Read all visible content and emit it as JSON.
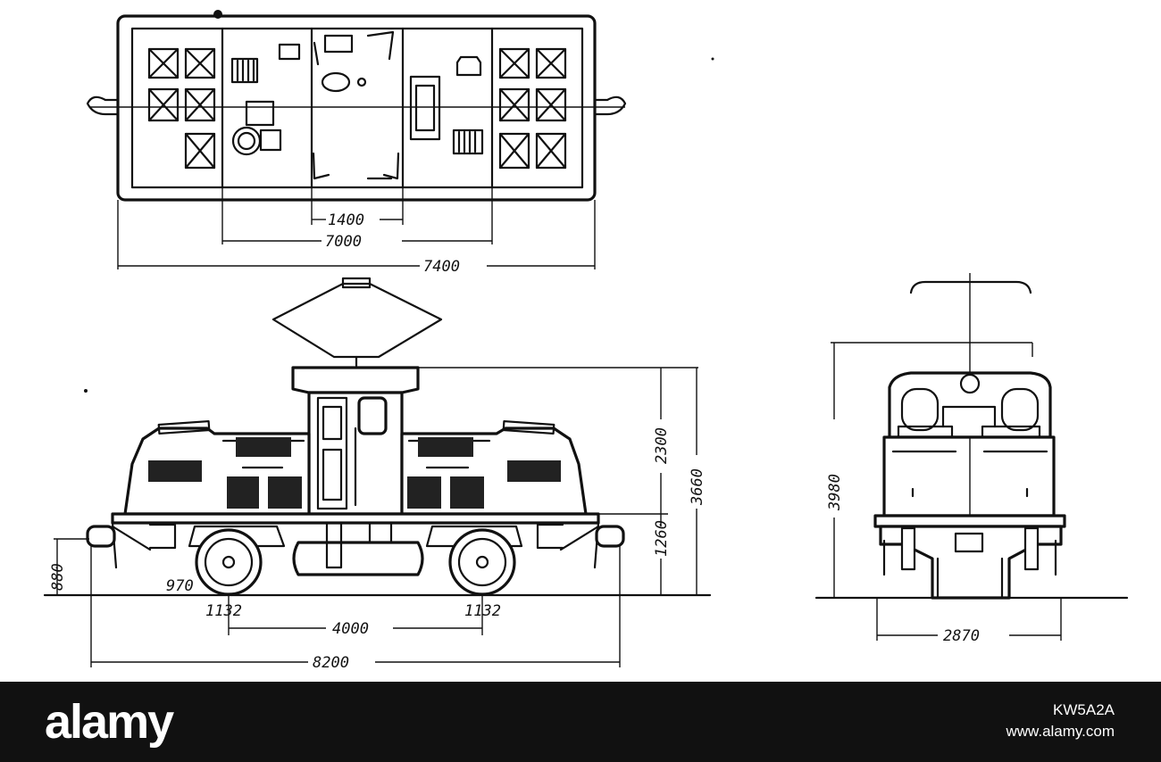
{
  "drawing": {
    "plan_dims": {
      "inner": "1400",
      "bogie": "7000",
      "overall": "7400"
    },
    "side_dims": {
      "wheelbase": "4000",
      "length": "8200",
      "body_height": "2300",
      "total_height": "3660",
      "frame_height": "1260",
      "buffer_height": "880",
      "wheel_dia": "970",
      "gauge_left": "1132",
      "gauge_right": "1132"
    },
    "end_dims": {
      "height": "3980",
      "width": "2870"
    }
  },
  "footer": {
    "brand": "alamy",
    "image_id": "KW5A2A",
    "site": "www.alamy.com"
  }
}
